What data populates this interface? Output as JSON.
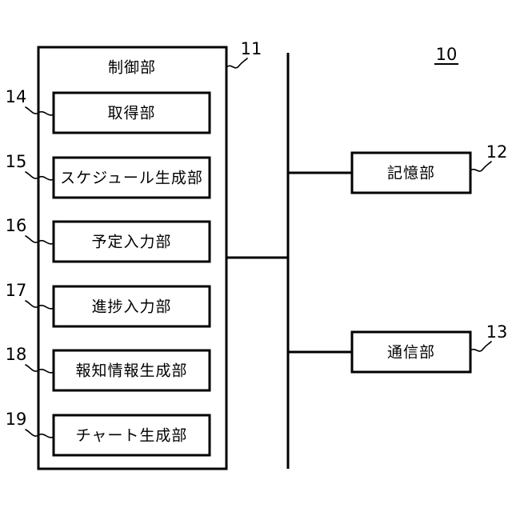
{
  "figure": {
    "system_ref": "10",
    "control_unit": {
      "title": "制御部",
      "ref": "11",
      "modules": [
        {
          "label": "取得部",
          "ref": "14"
        },
        {
          "label": "スケジュール生成部",
          "ref": "15"
        },
        {
          "label": "予定入力部",
          "ref": "16"
        },
        {
          "label": "進捗入力部",
          "ref": "17"
        },
        {
          "label": "報知情報生成部",
          "ref": "18"
        },
        {
          "label": "チャート生成部",
          "ref": "19"
        }
      ]
    },
    "peripherals": [
      {
        "label": "記憶部",
        "ref": "12"
      },
      {
        "label": "通信部",
        "ref": "13"
      }
    ],
    "colors": {
      "stroke": "#000000",
      "background": "#ffffff"
    }
  }
}
